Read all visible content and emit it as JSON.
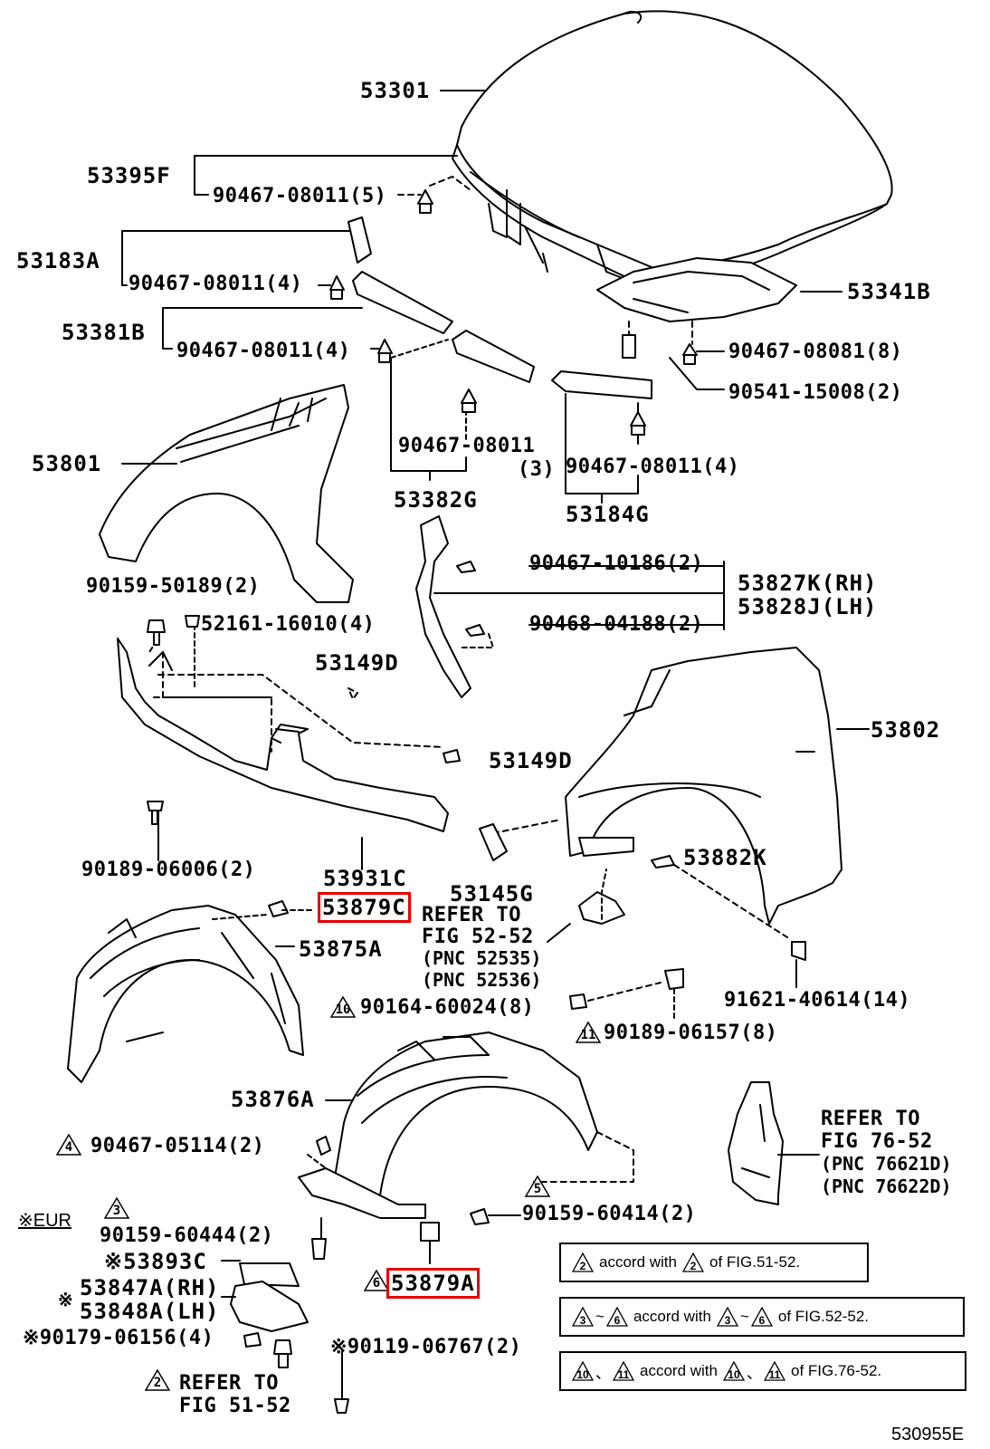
{
  "parts": {
    "p53301": "53301",
    "p53395F": "53395F",
    "p9046708011_5": "90467-08011(5)",
    "p53183A": "53183A",
    "p9046708011_4a": "90467-08011(4)",
    "p53381B": "53381B",
    "p9046708011_4b": "90467-08011(4)",
    "p53341B": "53341B",
    "p9046708081": "90467-08081(8)",
    "p9054115008": "90541-15008(2)",
    "p53801": "53801",
    "p9046708011_c": "90467-08011",
    "p3": "(3)",
    "p9046708011_4c": "90467-08011(4)",
    "p53382G": "53382G",
    "p53184G": "53184G",
    "p9046710186": "90467-10186(2)",
    "p53827K": "53827K(RH)",
    "p53828J": "53828J(LH)",
    "p9015950189": "90159-50189(2)",
    "p5216116010": "52161-16010(4)",
    "p9046804188": "90468-04188(2)",
    "p53149D_a": "53149D",
    "p53149D_b": "53149D",
    "p53802": "53802",
    "p9018906006": "90189-06006(2)",
    "p53931C": "53931C",
    "p53145G": "53145G",
    "p53882K": "53882K",
    "p53879C": "53879C",
    "refer1": "REFER TO",
    "refer1b": "FIG 52-52",
    "pnc1": "(PNC 52535)",
    "pnc2": "(PNC 52536)",
    "p53875A": "53875A",
    "p9016460024": "90164-60024(8)",
    "p9162140614": "91621-40614(14)",
    "p9018906157": "90189-06157(8)",
    "p53876A": "53876A",
    "p9046705114": "90467-05114(2)",
    "refer2": "REFER TO",
    "refer2b": "FIG 76-52",
    "pnc3": "(PNC 76621D)",
    "pnc4": "(PNC 76622D)",
    "p9015960414": "90159-60414(2)",
    "eur": "※EUR",
    "p9015960444": "90159-60444(2)",
    "p53893C": "※53893C",
    "p53847A": "53847A(RH)",
    "p53848A": "53848A(LH)",
    "star": "※",
    "p53879A": "53879A",
    "p9017906156": "※90179-06156(4)",
    "p9011906767": "※90119-06767(2)",
    "refer3": "REFER TO",
    "refer3b": "FIG 51-52",
    "code": "530955E"
  },
  "triangles": {
    "t10": "10",
    "t11": "11",
    "t4": "4",
    "t5": "5",
    "t3": "3",
    "t6": "6",
    "t2": "2"
  },
  "notes": {
    "n1": {
      "a": "2",
      "mid": "accord with",
      "b": "2",
      "end": "of FIG.51-52."
    },
    "n2": {
      "a": "3",
      "sep": "~",
      "a2": "6",
      "mid": "accord with",
      "b": "3",
      "sep2": "~",
      "b2": "6",
      "end": "of FIG.52-52."
    },
    "n3": {
      "a": "10",
      "sep": "、",
      "a2": "11",
      "mid": "accord with",
      "b": "10",
      "sep2": "、",
      "b2": "11",
      "end": "of FIG.76-52."
    }
  },
  "highlight_color": "#e60000"
}
